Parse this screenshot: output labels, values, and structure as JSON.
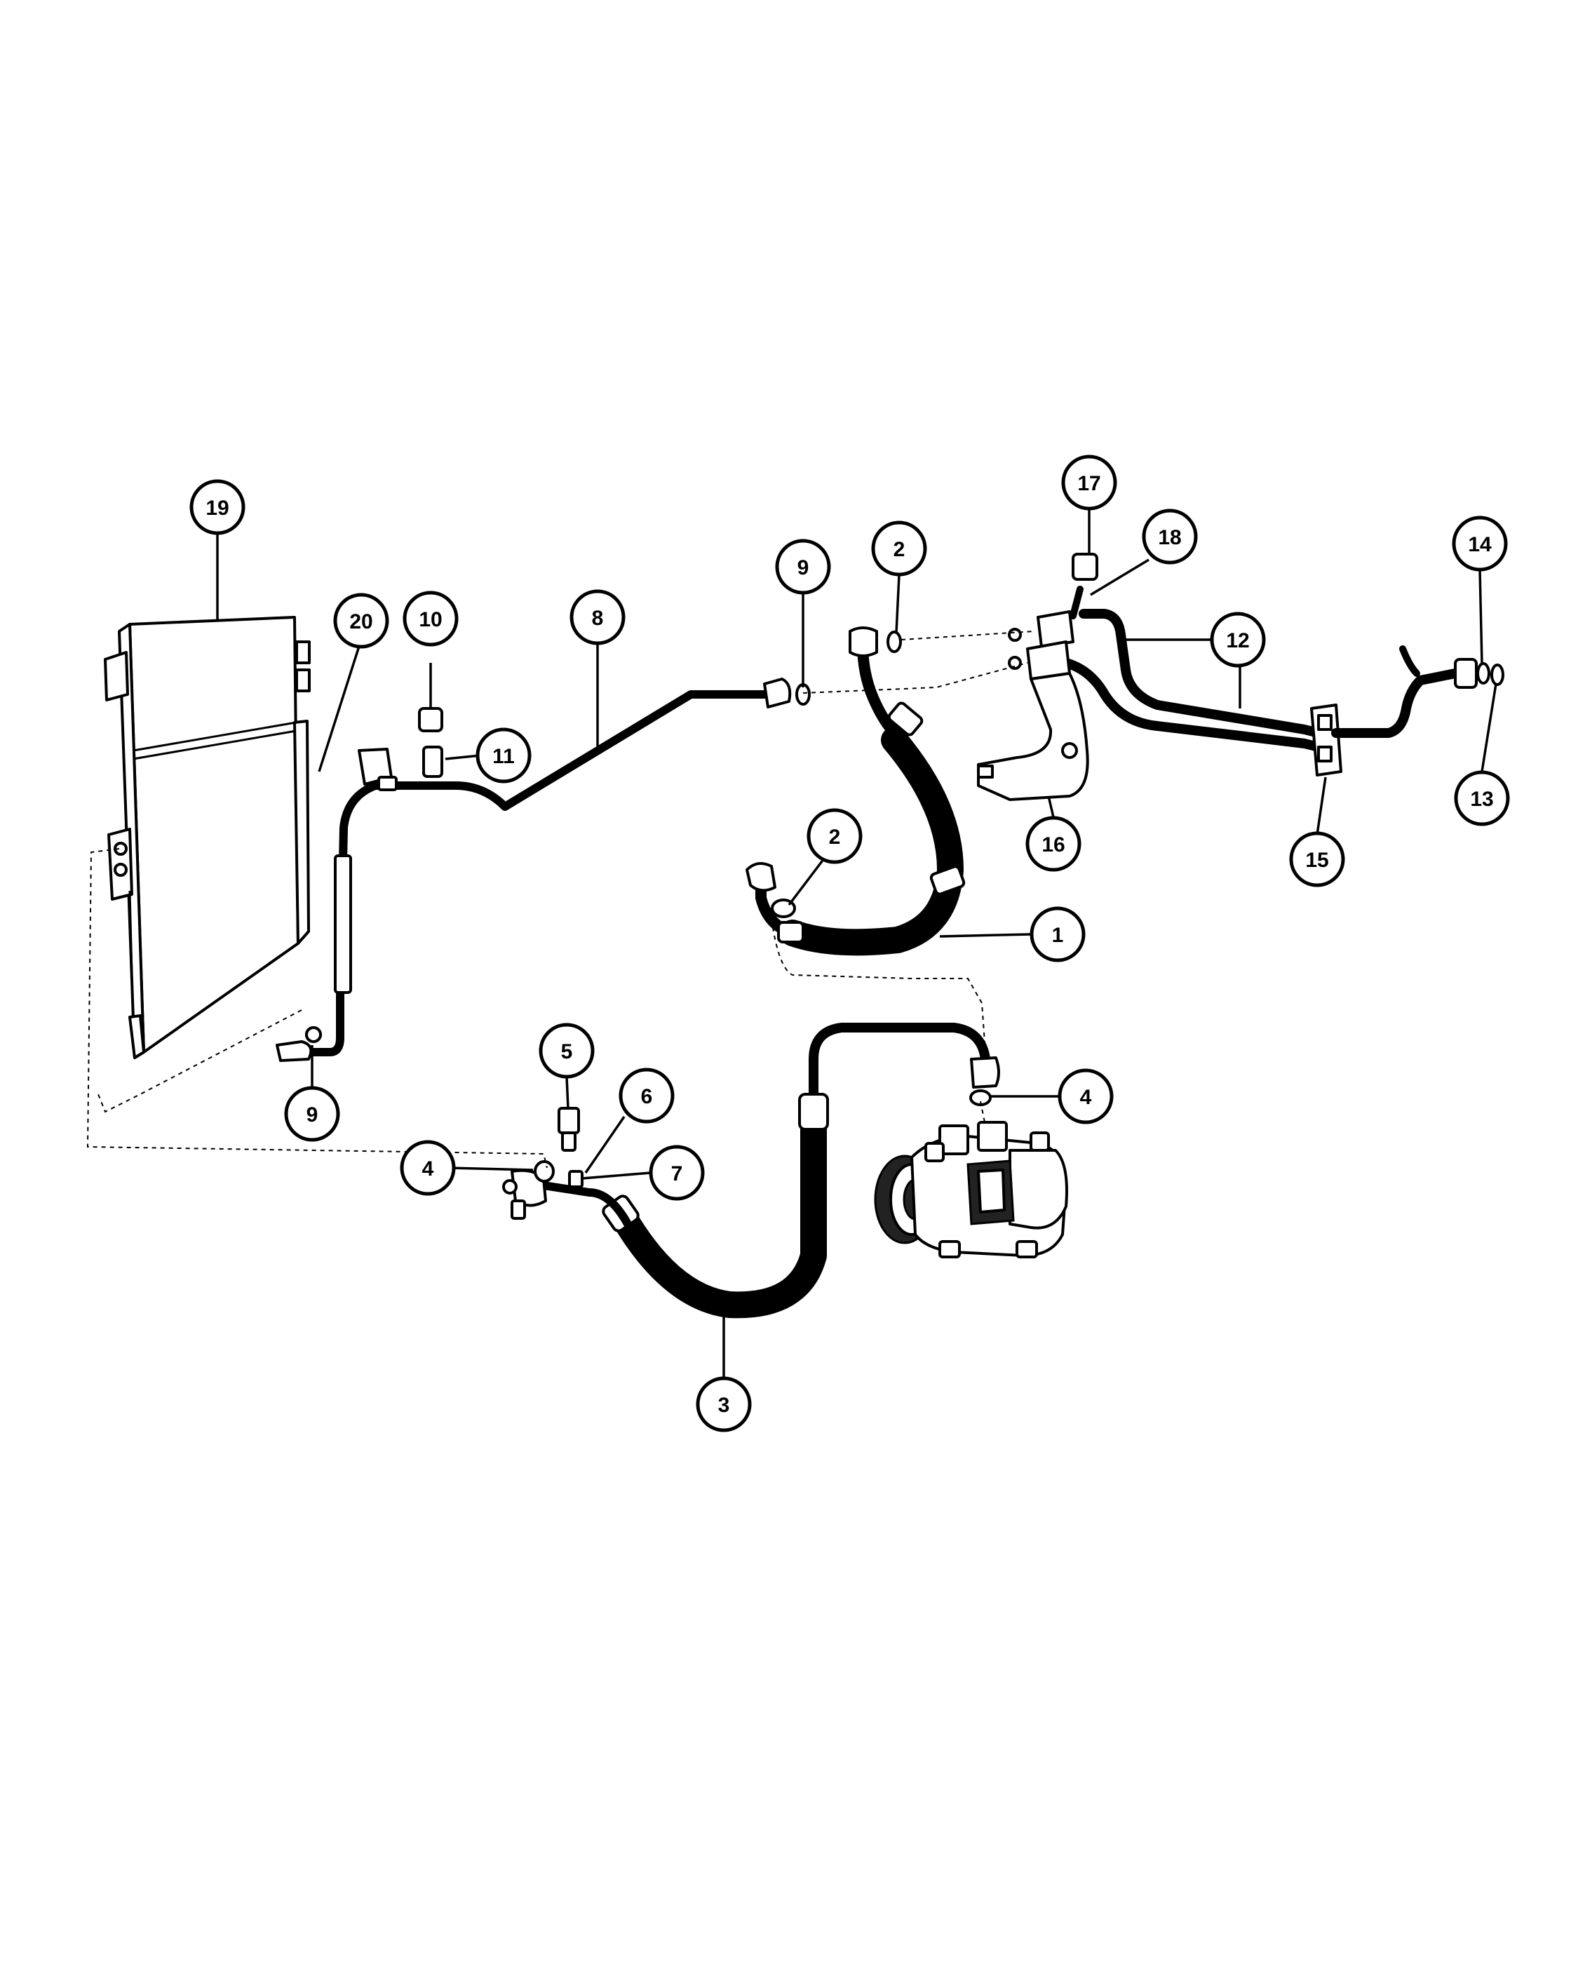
{
  "callouts": [
    {
      "id": "c1",
      "label": "1"
    },
    {
      "id": "c2a",
      "label": "2"
    },
    {
      "id": "c2b",
      "label": "2"
    },
    {
      "id": "c3",
      "label": "3"
    },
    {
      "id": "c4a",
      "label": "4"
    },
    {
      "id": "c4b",
      "label": "4"
    },
    {
      "id": "c5",
      "label": "5"
    },
    {
      "id": "c6",
      "label": "6"
    },
    {
      "id": "c7",
      "label": "7"
    },
    {
      "id": "c8",
      "label": "8"
    },
    {
      "id": "c9a",
      "label": "9"
    },
    {
      "id": "c9b",
      "label": "9"
    },
    {
      "id": "c10",
      "label": "10"
    },
    {
      "id": "c11",
      "label": "11"
    },
    {
      "id": "c12",
      "label": "12"
    },
    {
      "id": "c13",
      "label": "13"
    },
    {
      "id": "c14",
      "label": "14"
    },
    {
      "id": "c15",
      "label": "15"
    },
    {
      "id": "c16",
      "label": "16"
    },
    {
      "id": "c17",
      "label": "17"
    },
    {
      "id": "c18",
      "label": "18"
    },
    {
      "id": "c19",
      "label": "19"
    },
    {
      "id": "c20",
      "label": "20"
    }
  ]
}
